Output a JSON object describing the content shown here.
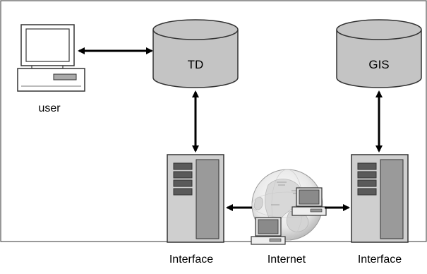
{
  "nodes": {
    "user": {
      "label": "user"
    },
    "td": {
      "label": "TD"
    },
    "gis": {
      "label": "GIS"
    },
    "interface_left": {
      "label": "Interface"
    },
    "internet": {
      "label": "Internet"
    },
    "interface_right": {
      "label": "Interface"
    }
  },
  "connections": [
    {
      "from": "user",
      "to": "TD",
      "direction": "bidirectional"
    },
    {
      "from": "TD",
      "to": "Interface (left)",
      "direction": "bidirectional"
    },
    {
      "from": "GIS",
      "to": "Interface (right)",
      "direction": "bidirectional"
    },
    {
      "from": "Interface (left)",
      "to": "Internet",
      "direction": "to-left"
    },
    {
      "from": "Internet",
      "to": "Interface (right)",
      "direction": "to-right"
    }
  ],
  "colors": {
    "cylinder_fill": "#c4c4c4",
    "frame_stroke": "#555555",
    "server_body": "#cfcfcf",
    "server_panel": "#9a9a9a",
    "server_slot": "#5a5a5a",
    "arrow": "#000000"
  },
  "icons": {
    "user": "desktop-computer-icon",
    "database": "database-cylinder-icon",
    "server": "server-tower-icon",
    "internet": "globe-network-icon"
  }
}
